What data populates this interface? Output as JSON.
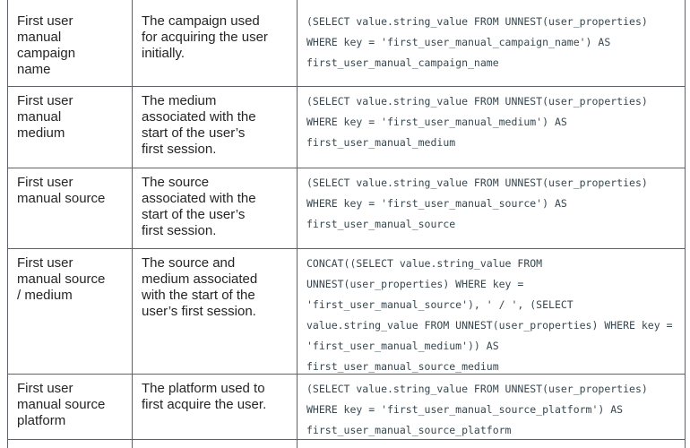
{
  "colors": {
    "border": "#5f6368",
    "text": "#252525",
    "code": "#37474f",
    "background": "#ffffff"
  },
  "table": {
    "rows": [
      {
        "name": [
          "First user",
          "manual",
          "campaign",
          "name"
        ],
        "description": [
          "The campaign used",
          "for acquiring the user",
          "initially."
        ],
        "sql": [
          "(SELECT value.string_value FROM UNNEST(user_properties)",
          "WHERE key = 'first_user_manual_campaign_name') AS",
          "first_user_manual_campaign_name"
        ]
      },
      {
        "name": [
          "First user",
          "manual",
          "medium"
        ],
        "description": [
          "The medium",
          "associated with the",
          "start of the user’s",
          "first session."
        ],
        "sql": [
          "(SELECT value.string_value FROM UNNEST(user_properties)",
          "WHERE key = 'first_user_manual_medium') AS",
          "first_user_manual_medium"
        ]
      },
      {
        "name": [
          "First user",
          "manual source"
        ],
        "description": [
          "The source",
          "associated with the",
          "start of the user’s",
          "first session."
        ],
        "sql": [
          "(SELECT value.string_value FROM UNNEST(user_properties)",
          "WHERE key = 'first_user_manual_source') AS",
          "first_user_manual_source"
        ]
      },
      {
        "name": [
          "First user",
          "manual source",
          "/ medium"
        ],
        "description": [
          "The source and",
          "medium associated",
          "with the start of the",
          "user’s first session."
        ],
        "sql": [
          "CONCAT((SELECT value.string_value FROM",
          "UNNEST(user_properties) WHERE key =",
          "'first_user_manual_source'), ' / ', (SELECT",
          "value.string_value FROM UNNEST(user_properties) WHERE key =",
          "'first_user_manual_medium')) AS",
          "first_user_manual_source_medium"
        ]
      },
      {
        "name": [
          "First user",
          "manual source",
          "platform"
        ],
        "description": [
          "The platform used to",
          "first acquire the user."
        ],
        "sql": [
          "(SELECT value.string_value FROM UNNEST(user_properties)",
          "WHERE key = 'first_user_manual_source_platform') AS",
          "first_user_manual_source_platform"
        ]
      }
    ]
  }
}
